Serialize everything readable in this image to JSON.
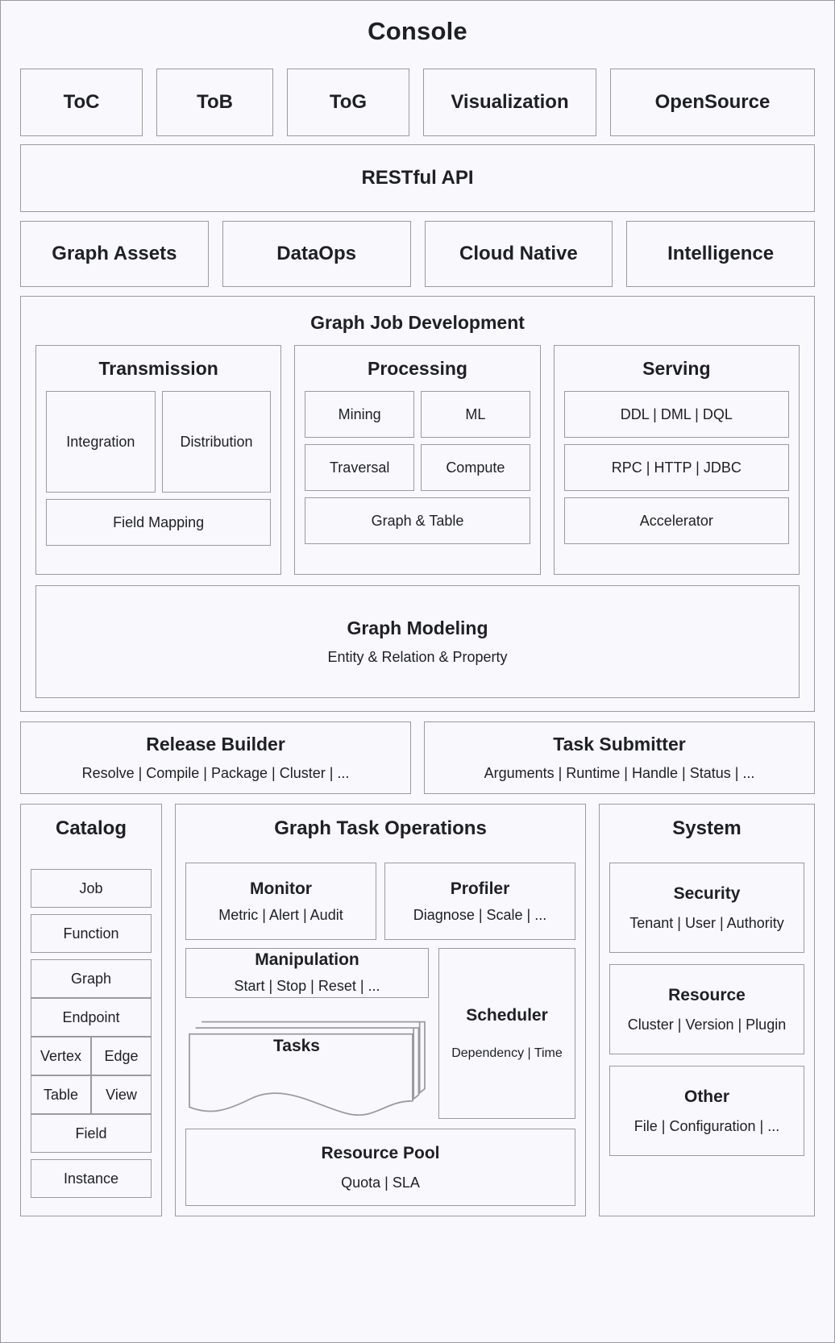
{
  "console": {
    "title": "Console",
    "channels": [
      {
        "label": "ToC"
      },
      {
        "label": "ToB"
      },
      {
        "label": "ToG"
      },
      {
        "label": "Visualization"
      },
      {
        "label": "OpenSource"
      }
    ],
    "restful_api": "RESTful API",
    "capabilities": [
      {
        "label": "Graph Assets"
      },
      {
        "label": "DataOps"
      },
      {
        "label": "Cloud Native"
      },
      {
        "label": "Intelligence"
      }
    ]
  },
  "graph_job_development": {
    "title": "Graph Job Development",
    "columns": [
      {
        "title": "Transmission",
        "pair": [
          "Integration",
          "Distribution"
        ],
        "wide": [
          "Field Mapping"
        ]
      },
      {
        "title": "Processing",
        "pair_rows": [
          [
            "Mining",
            "ML"
          ],
          [
            "Traversal",
            "Compute"
          ]
        ],
        "wide": [
          "Graph & Table"
        ]
      },
      {
        "title": "Serving",
        "wide": [
          "DDL | DML | DQL",
          "RPC | HTTP | JDBC",
          "Accelerator"
        ]
      }
    ],
    "graph_modeling": {
      "title": "Graph Modeling",
      "subtitle": "Entity & Relation & Property"
    }
  },
  "builders": [
    {
      "title": "Release Builder",
      "subtitle": "Resolve | Compile | Package | Cluster | ..."
    },
    {
      "title": "Task Submitter",
      "subtitle": "Arguments | Runtime | Handle | Status | ..."
    }
  ],
  "catalog": {
    "title": "Catalog",
    "items": [
      "Job",
      "Function"
    ],
    "stack": [
      "Graph",
      "Endpoint"
    ],
    "split_rows": [
      [
        "Vertex",
        "Edge"
      ],
      [
        "Table",
        "View"
      ]
    ],
    "tail": [
      "Field"
    ],
    "instance": "Instance"
  },
  "graph_task_operations": {
    "title": "Graph Task Operations",
    "monitor": {
      "title": "Monitor",
      "subtitle": "Metric | Alert | Audit"
    },
    "profiler": {
      "title": "Profiler",
      "subtitle": "Diagnose | Scale | ..."
    },
    "manipulation": {
      "title": "Manipulation",
      "subtitle": "Start | Stop | Reset | ..."
    },
    "tasks": {
      "title": "Tasks"
    },
    "scheduler": {
      "title": "Scheduler",
      "subtitle": "Dependency | Time"
    },
    "resource_pool": {
      "title": "Resource Pool",
      "subtitle": "Quota | SLA"
    }
  },
  "system": {
    "title": "System",
    "cards": [
      {
        "title": "Security",
        "subtitle": "Tenant | User | Authority"
      },
      {
        "title": "Resource",
        "subtitle": "Cluster | Version | Plugin"
      },
      {
        "title": "Other",
        "subtitle": "File | Configuration | ..."
      }
    ]
  },
  "colors": {
    "background": "#f8f8fd",
    "border": "#9a9aa0",
    "text": "#1f2023"
  }
}
